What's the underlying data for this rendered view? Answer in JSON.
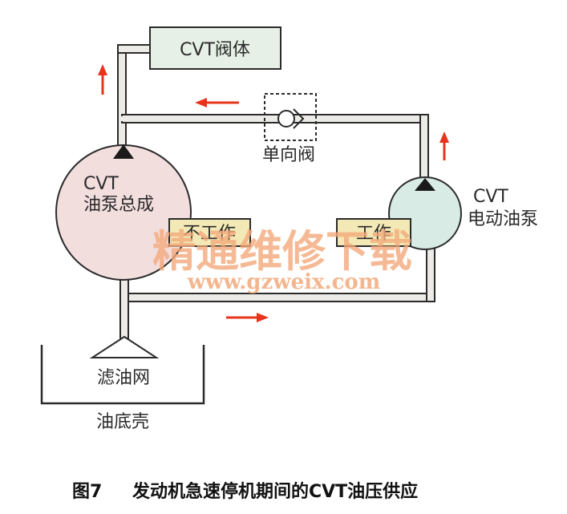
{
  "labels": {
    "valve_body": "CVT阀体",
    "check_valve": "单向阀",
    "main_pump_line1": "CVT",
    "main_pump_line2": "油泵总成",
    "electric_pump_line1": "CVT",
    "electric_pump_line2": "电动油泵",
    "main_pump_status": "不工作",
    "electric_pump_status": "工作",
    "filter": "滤油网",
    "oil_pan": "油底壳"
  },
  "caption": {
    "figure_number": "图7",
    "title": "发动机急速停机期间的CVT油压供应"
  },
  "watermark": {
    "text": "精通维修下载",
    "url": "www.gzweix.com"
  },
  "colors": {
    "pipe_fill": "#ecebe7",
    "outline": "#2b2b2b",
    "box_fill": "#e6f0e6",
    "main_pump_fill": "#f3dede",
    "electric_pump_fill": "#d9ebe5",
    "status_box_fill": "#f3e9b6",
    "arrow": "#e8341c",
    "watermark": "#f2a97a"
  }
}
